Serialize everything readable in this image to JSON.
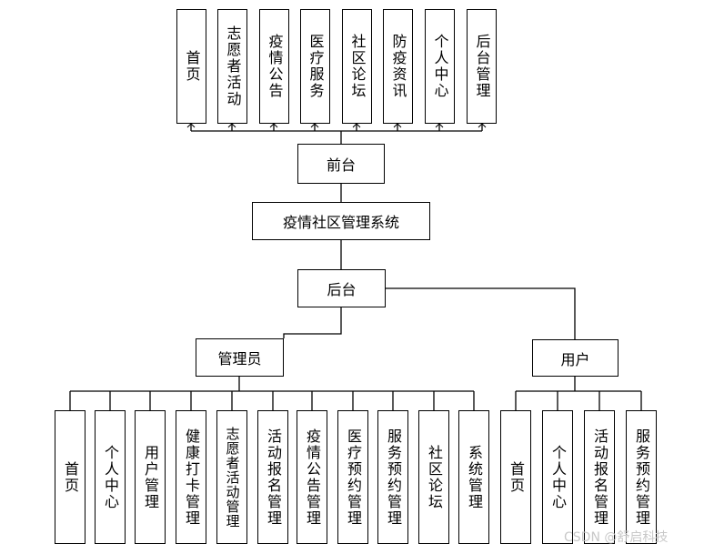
{
  "front_nodes": [
    {
      "label": "首页"
    },
    {
      "label": "志愿者活动"
    },
    {
      "label": "疫情公告"
    },
    {
      "label": "医疗服务"
    },
    {
      "label": "社区论坛"
    },
    {
      "label": "防疫资讯"
    },
    {
      "label": "个人中心"
    },
    {
      "label": "后台管理"
    }
  ],
  "front_label": "前台",
  "system_label": "疫情社区管理系统",
  "back_label": "后台",
  "admin_label": "管理员",
  "user_label": "用户",
  "admin_nodes": [
    {
      "label": "首页"
    },
    {
      "label": "个人中心"
    },
    {
      "label": "用户管理"
    },
    {
      "label": "健康打卡管理"
    },
    {
      "label": "志愿者活动管理"
    },
    {
      "label": "活动报名管理"
    },
    {
      "label": "疫情公告管理"
    },
    {
      "label": "医疗预约管理"
    },
    {
      "label": "服务预约管理"
    },
    {
      "label": "社区论坛"
    },
    {
      "label": "系统管理"
    }
  ],
  "user_nodes": [
    {
      "label": "首页"
    },
    {
      "label": "个人中心"
    },
    {
      "label": "活动报名管理"
    },
    {
      "label": "服务预约管理"
    }
  ],
  "watermark": "CSDN @舒启科技"
}
